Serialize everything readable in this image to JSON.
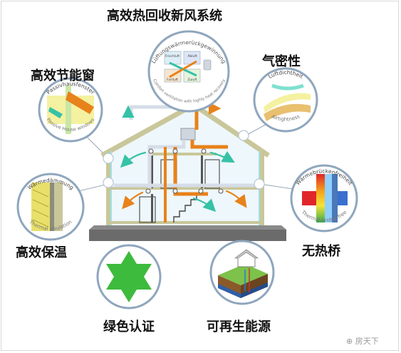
{
  "title": "高效热回收新风系统",
  "labels": {
    "windows": "高效节能窗",
    "airtight": "气密性",
    "insulation": "高效保温",
    "thermal_bridge": "无热桥",
    "green_cert": "绿色认证",
    "renewable": "可再生能源"
  },
  "circle_text": {
    "ventilation_top": "Lüftungswärmerückgewinnung",
    "ventilation_bottom": "Comfort ventilation with highly heat recovery",
    "ventilation_box_1": "Frischluft",
    "ventilation_box_2": "Abluft",
    "ventilation_box_3": "Fortluft",
    "ventilation_box_4": "Zuluft",
    "windows_top": "Passivhausfenster",
    "windows_bottom": "Passive House windows",
    "airtight_top": "Luftdichtheit",
    "airtight_bottom": "Airtightness",
    "insulation_top": "Wärmedämmung",
    "insulation_bottom": "Thermal insulation",
    "bridge_top": "Wärmebrückenfreiheit",
    "bridge_bottom": "Thermal-bridge-free"
  },
  "watermark": "⊕ 房天下",
  "colors": {
    "green_star": "#3dbb3d",
    "wall": "#c9c79a",
    "warm_air": "#e8821a",
    "fresh_air": "#36c2a6",
    "pipe": "#d6dde8"
  }
}
